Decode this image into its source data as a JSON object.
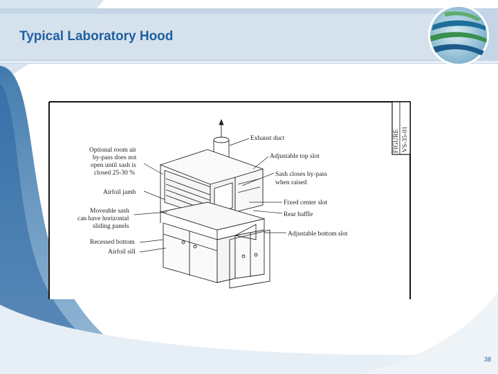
{
  "slide": {
    "title": "Typical Laboratory Hood",
    "page_number": "38"
  },
  "figure": {
    "figure_id": "VS-35-01",
    "figure_caption": "FIGURE",
    "labels": {
      "exhaust_duct": "Exhaust duct",
      "adjustable_top_slot": "Adjustable top slot",
      "sash_closes_line1": "Sash closes by-pass",
      "sash_closes_line2": "when raised",
      "fixed_center_slot": "Fixed center slot",
      "rear_baffle": "Rear baffle",
      "adjustable_bottom_slot": "Adjustable bottom slot",
      "optional_line1": "Optional room air",
      "optional_line2": "by-pass does not",
      "optional_line3": "open until sash is",
      "optional_line4": "closed 25-30 %",
      "airfoil_jamb": "Airfoil jamb",
      "moveable_line1": "Moveable sash",
      "moveable_line2": "can have horizontal",
      "moveable_line3": "sliding panels",
      "recessed_bottom": "Recessed bottom",
      "airfoil_sill": "Airfoil sill"
    }
  },
  "colors": {
    "title": "#1f5f9e",
    "header": "#b9cde0",
    "swoosh": "#4a86b8"
  }
}
